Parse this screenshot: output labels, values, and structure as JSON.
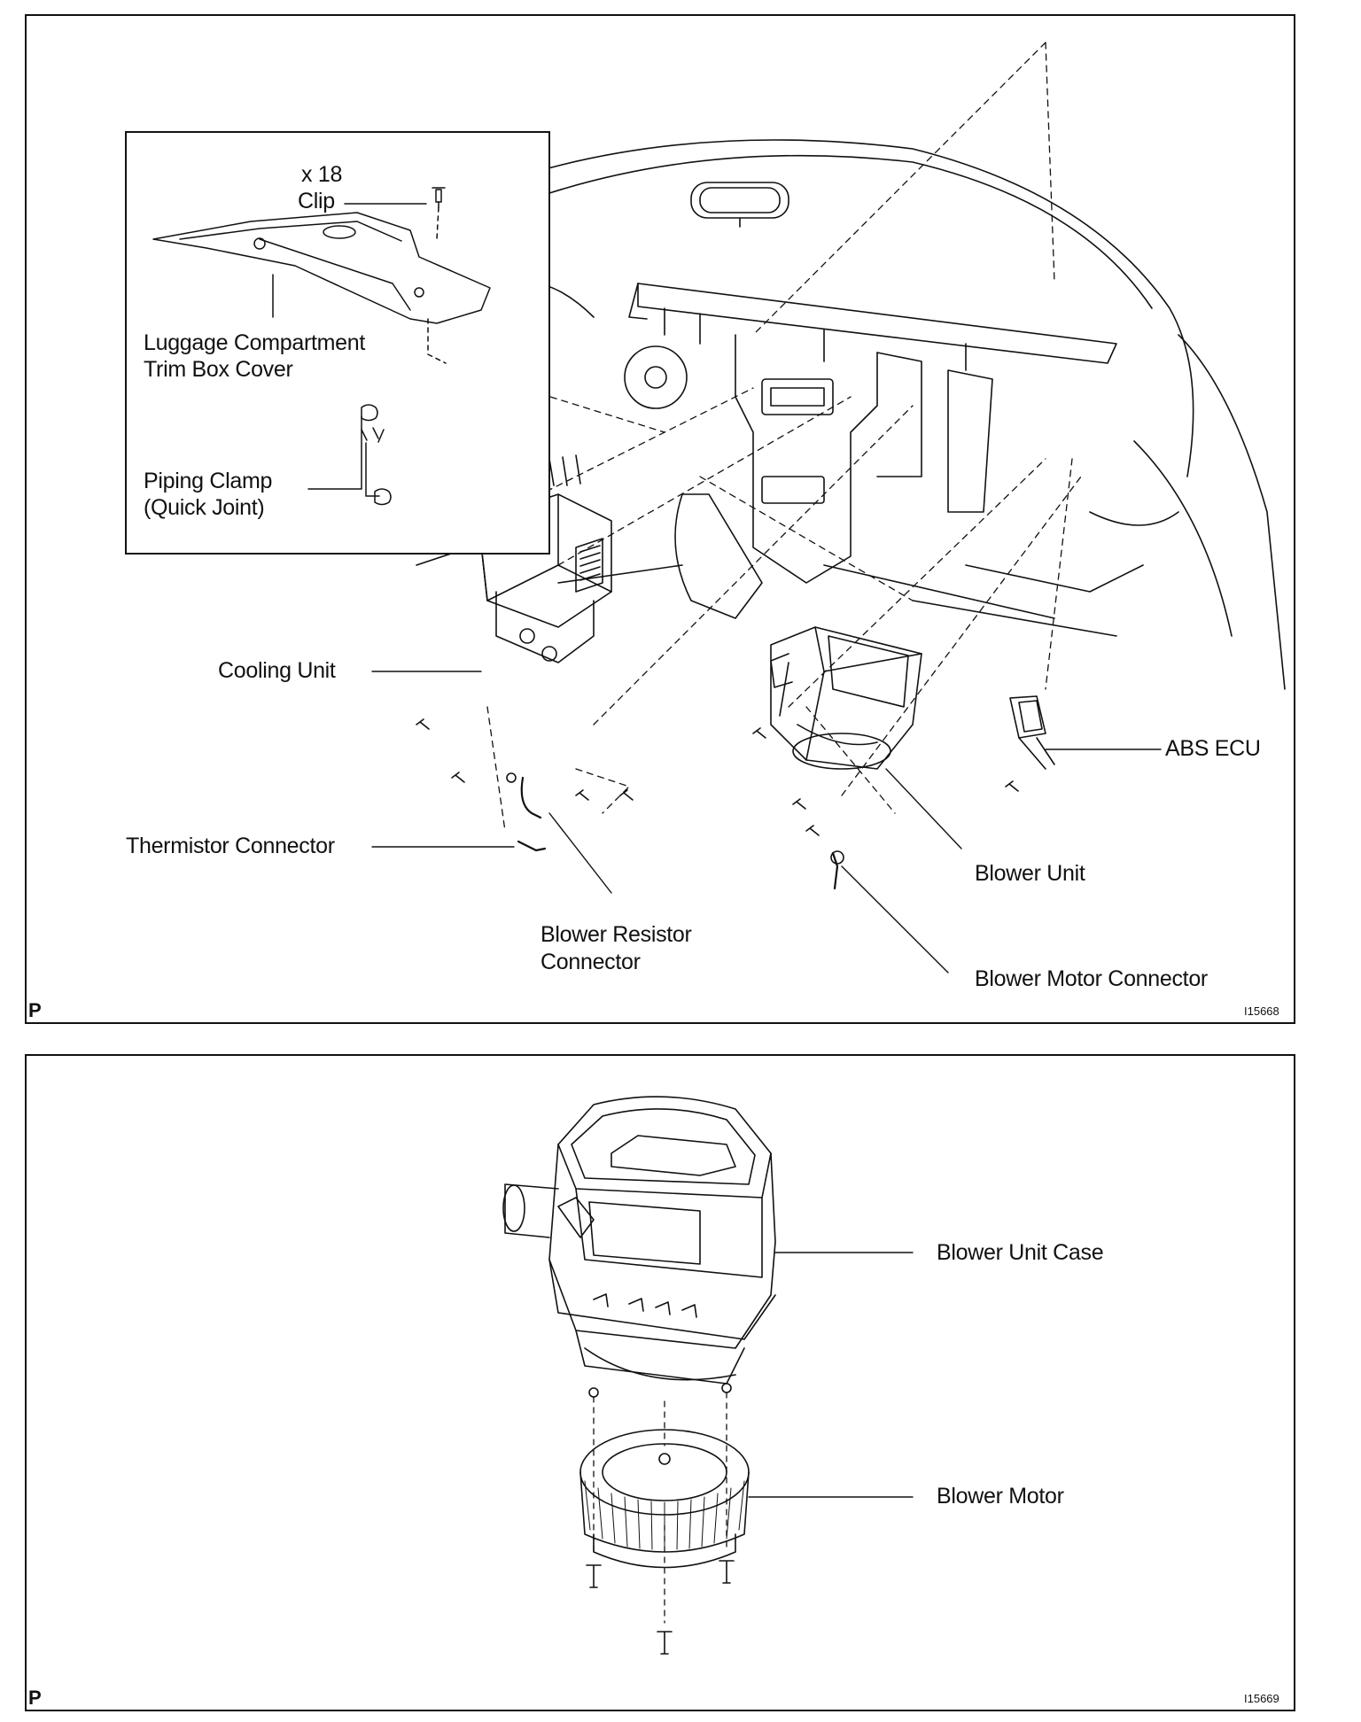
{
  "top_figure": {
    "labels": {
      "clip_qty": "x 18",
      "clip": "Clip",
      "trim_cover_1": "Luggage Compartment",
      "trim_cover_2": "Trim Box Cover",
      "piping_clamp_1": "Piping Clamp",
      "piping_clamp_2": "(Quick Joint)",
      "cooling_unit": "Cooling Unit",
      "abs_ecu": "ABS ECU",
      "thermistor_connector": "Thermistor Connector",
      "blower_unit": "Blower Unit",
      "blower_resistor_1": "Blower Resistor",
      "blower_resistor_2": "Connector",
      "blower_motor_connector": "Blower Motor Connector"
    },
    "corner_mark": "P",
    "figure_id": "I15668"
  },
  "bottom_figure": {
    "labels": {
      "blower_unit_case": "Blower Unit Case",
      "blower_motor": "Blower Motor"
    },
    "corner_mark": "P",
    "figure_id": "I15669"
  }
}
